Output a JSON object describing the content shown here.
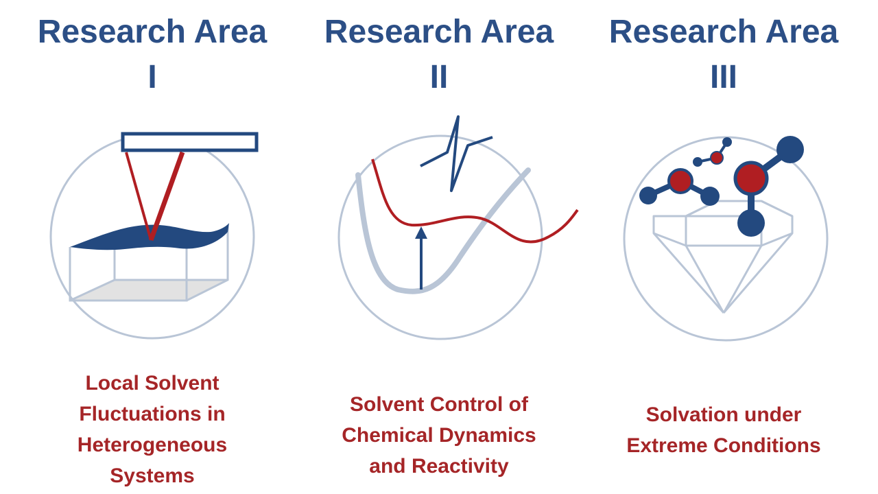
{
  "areas": [
    {
      "heading_line1": "Research Area",
      "heading_line2": "I",
      "caption_lines": [
        "Local Solvent",
        "Fluctuations in",
        "Heterogeneous",
        "Systems"
      ],
      "icon": "afm-tip-surface-icon"
    },
    {
      "heading_line1": "Research Area",
      "heading_line2": "II",
      "caption_lines": [
        "Solvent Control of",
        "Chemical Dynamics",
        "and Reactivity"
      ],
      "icon": "potential-energy-curves-icon"
    },
    {
      "heading_line1": "Research Area",
      "heading_line2": "III",
      "caption_lines": [
        "Solvation under",
        "Extreme Conditions"
      ],
      "icon": "diamond-molecules-icon"
    }
  ],
  "colors": {
    "heading_blue": "#2c4f86",
    "caption_red": "#a52527",
    "circle_gray": "#b9c5d6",
    "icon_blue": "#23497f",
    "icon_red": "#b01e22"
  }
}
